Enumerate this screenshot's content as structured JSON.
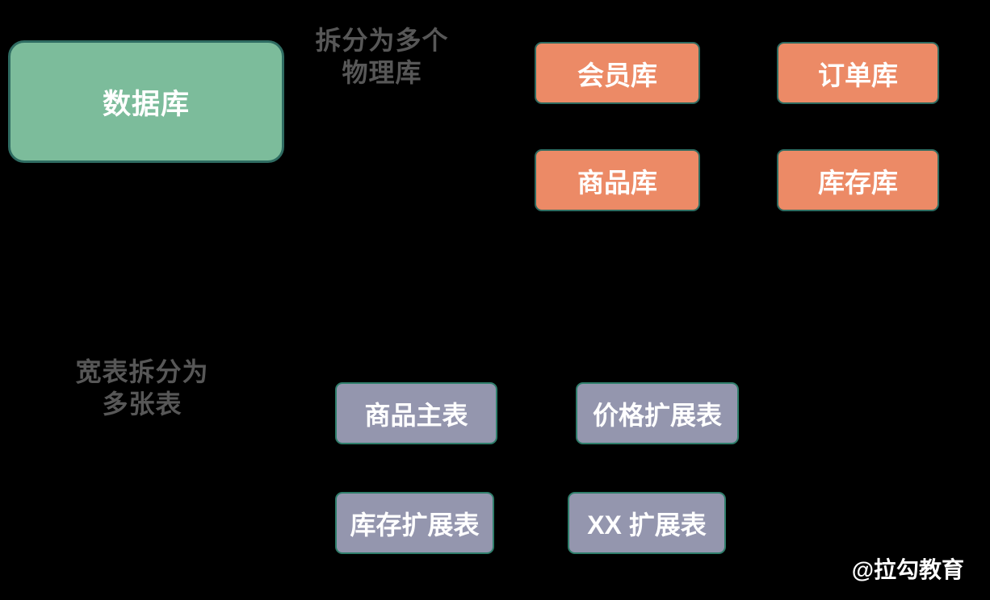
{
  "canvas": {
    "background": "#000000"
  },
  "database": {
    "label": "数据库",
    "fill": "#7CBC9B",
    "border": "#2F6C62",
    "text_color": "#FFFFFF"
  },
  "annotation_physical": {
    "line1": "拆分为多个",
    "line2": "物理库",
    "color": "#575757"
  },
  "physical_dbs": {
    "fill": "#EC8A66",
    "border": "#2E6B60",
    "items": [
      {
        "label": "会员库"
      },
      {
        "label": "订单库"
      },
      {
        "label": "商品库"
      },
      {
        "label": "库存库"
      }
    ]
  },
  "annotation_tables": {
    "line1": "宽表拆分为",
    "line2": "多张表",
    "color": "#575757"
  },
  "tables": {
    "fill": "#9496AE",
    "border": "#2F7E6B",
    "items": [
      {
        "label": "商品主表"
      },
      {
        "label": "价格扩展表"
      },
      {
        "label": "库存扩展表"
      },
      {
        "label": "XX 扩展表"
      }
    ]
  },
  "watermark": {
    "text": "@拉勾教育"
  }
}
